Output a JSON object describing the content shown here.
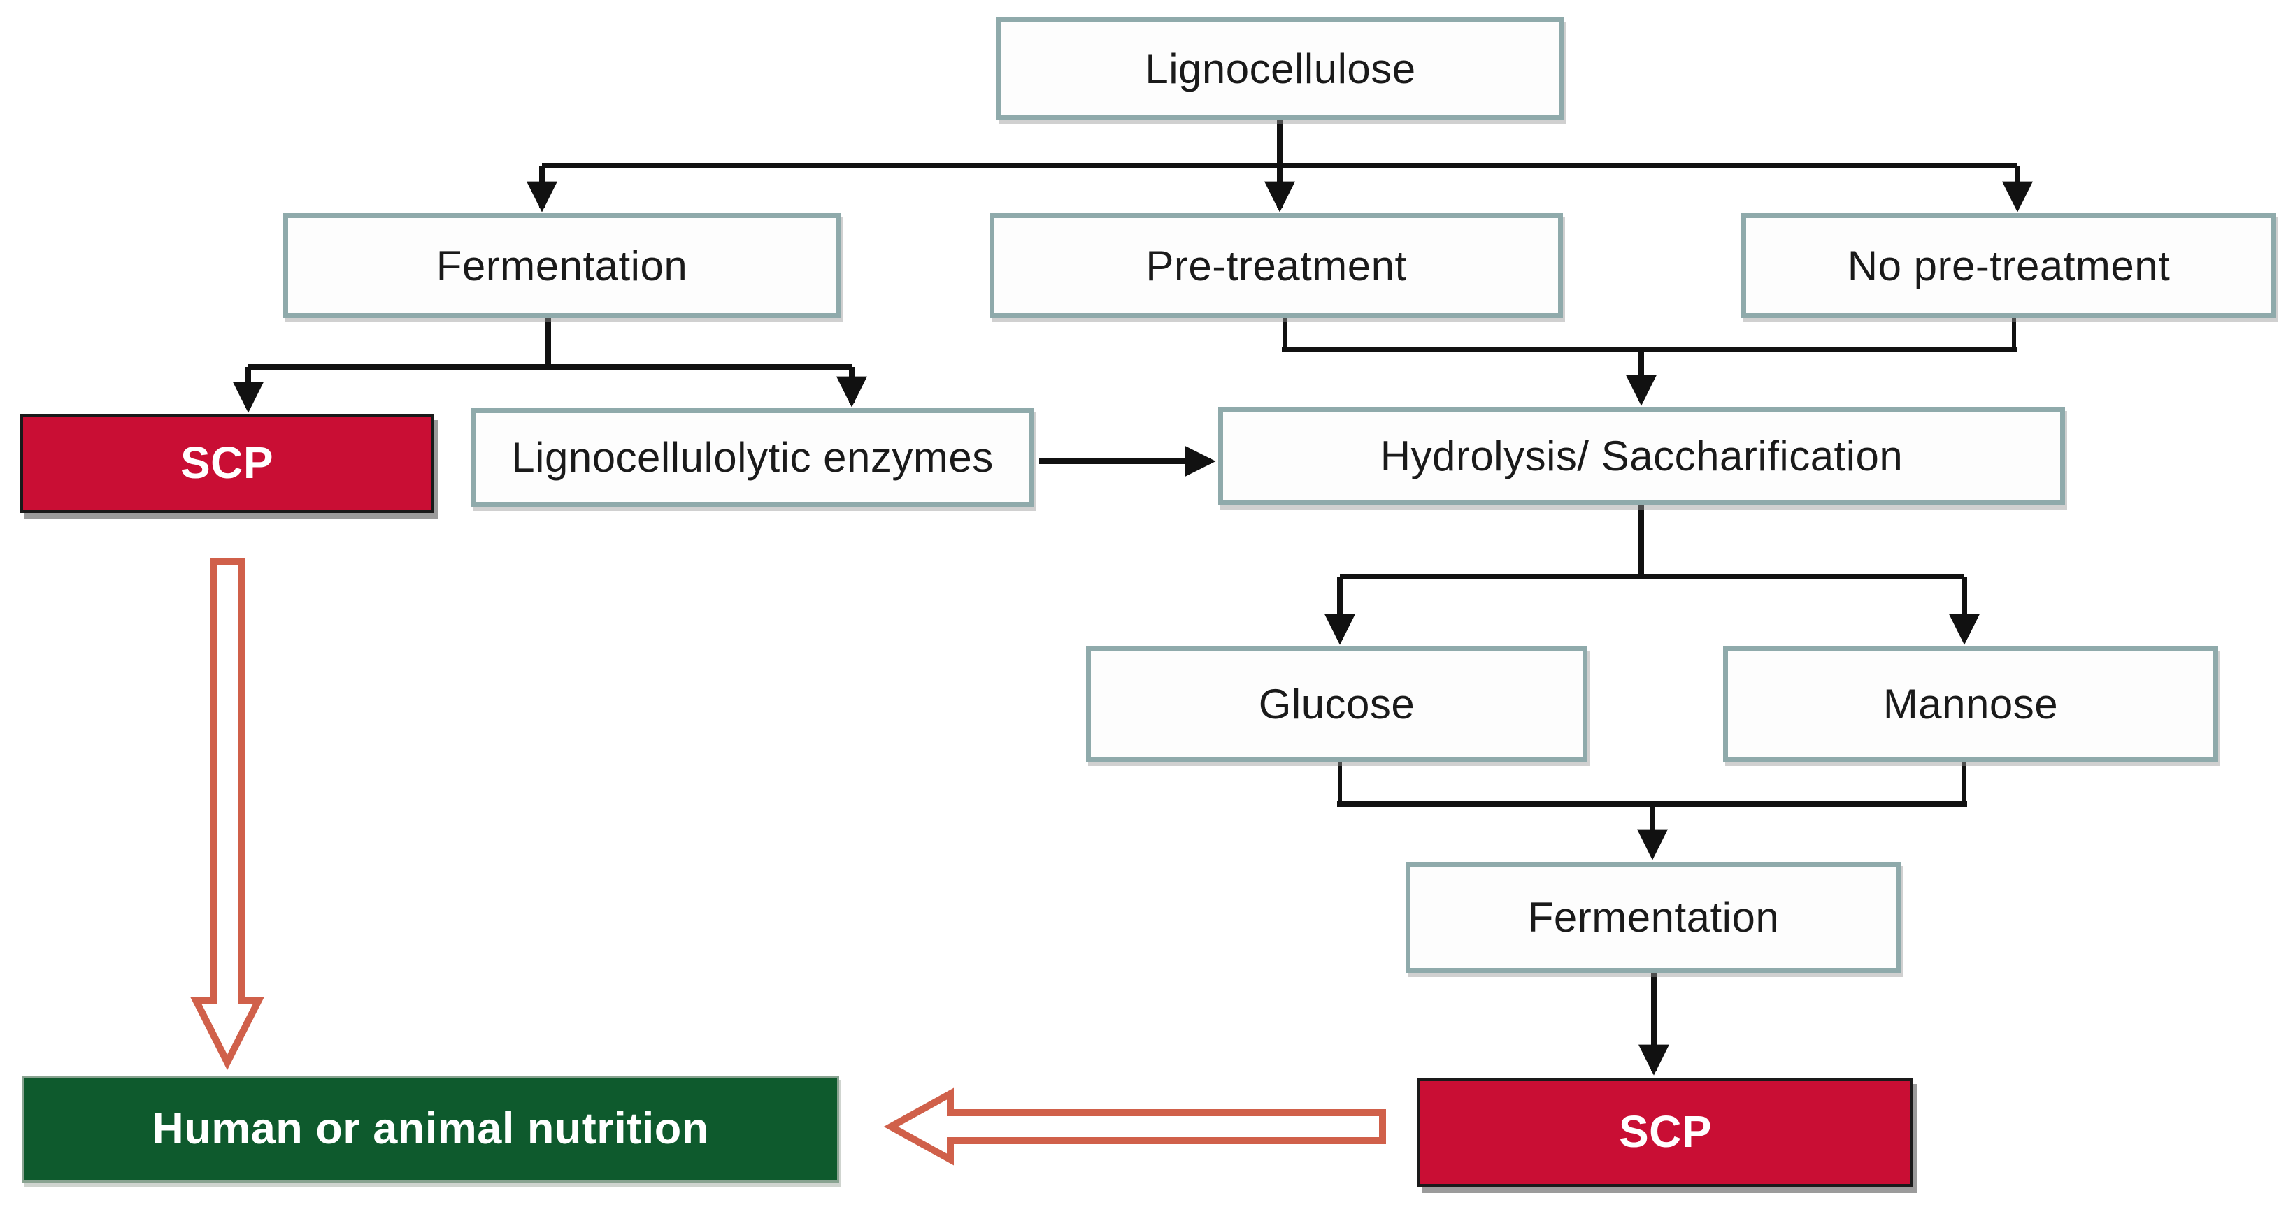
{
  "diagram": {
    "type": "flowchart",
    "background": "white",
    "nodes": {
      "lignocellulose": {
        "label": "Lignocellulose",
        "kind": "process-box"
      },
      "fermentation_top": {
        "label": "Fermentation",
        "kind": "process-box"
      },
      "pretreatment": {
        "label": "Pre-treatment",
        "kind": "process-box"
      },
      "no_pretreatment": {
        "label": "No pre-treatment",
        "kind": "process-box"
      },
      "scp_left": {
        "label": "SCP",
        "kind": "product-box-red"
      },
      "enzymes": {
        "label": "Lignocellulolytic enzymes",
        "kind": "process-box"
      },
      "hydrolysis": {
        "label": "Hydrolysis/ Saccharification",
        "kind": "process-box"
      },
      "glucose": {
        "label": "Glucose",
        "kind": "process-box"
      },
      "mannose": {
        "label": "Mannose",
        "kind": "process-box"
      },
      "fermentation_bottom": {
        "label": "Fermentation",
        "kind": "process-box"
      },
      "scp_right": {
        "label": "SCP",
        "kind": "product-box-red"
      },
      "nutrition": {
        "label": "Human or animal nutrition",
        "kind": "outcome-box-green"
      }
    },
    "edges": [
      {
        "from": "lignocellulose",
        "to": "fermentation_top",
        "style": "solid-black-arrow"
      },
      {
        "from": "lignocellulose",
        "to": "pretreatment",
        "style": "solid-black-arrow"
      },
      {
        "from": "lignocellulose",
        "to": "no_pretreatment",
        "style": "solid-black-arrow"
      },
      {
        "from": "fermentation_top",
        "to": "scp_left",
        "style": "solid-black-arrow"
      },
      {
        "from": "fermentation_top",
        "to": "enzymes",
        "style": "solid-black-arrow"
      },
      {
        "from": "enzymes",
        "to": "hydrolysis",
        "style": "solid-black-arrow"
      },
      {
        "from": "pretreatment",
        "to": "hydrolysis",
        "style": "solid-black-arrow"
      },
      {
        "from": "no_pretreatment",
        "to": "hydrolysis",
        "style": "solid-black-arrow"
      },
      {
        "from": "hydrolysis",
        "to": "glucose",
        "style": "solid-black-arrow"
      },
      {
        "from": "hydrolysis",
        "to": "mannose",
        "style": "solid-black-arrow"
      },
      {
        "from": "glucose",
        "to": "fermentation_bottom",
        "style": "solid-black-arrow"
      },
      {
        "from": "mannose",
        "to": "fermentation_bottom",
        "style": "solid-black-arrow"
      },
      {
        "from": "fermentation_bottom",
        "to": "scp_right",
        "style": "solid-black-arrow"
      },
      {
        "from": "scp_left",
        "to": "nutrition",
        "style": "hollow-outline-arrow"
      },
      {
        "from": "scp_right",
        "to": "nutrition",
        "style": "hollow-outline-arrow"
      }
    ],
    "colors": {
      "background": "#ffffff",
      "box_fill": "#fdfdfd",
      "box_border": "#8faaab",
      "scp_fill": "#c90e34",
      "nutrition_fill": "#0e5a2d",
      "connector": "#111111",
      "hollow_arrow": "#d0604a"
    }
  }
}
